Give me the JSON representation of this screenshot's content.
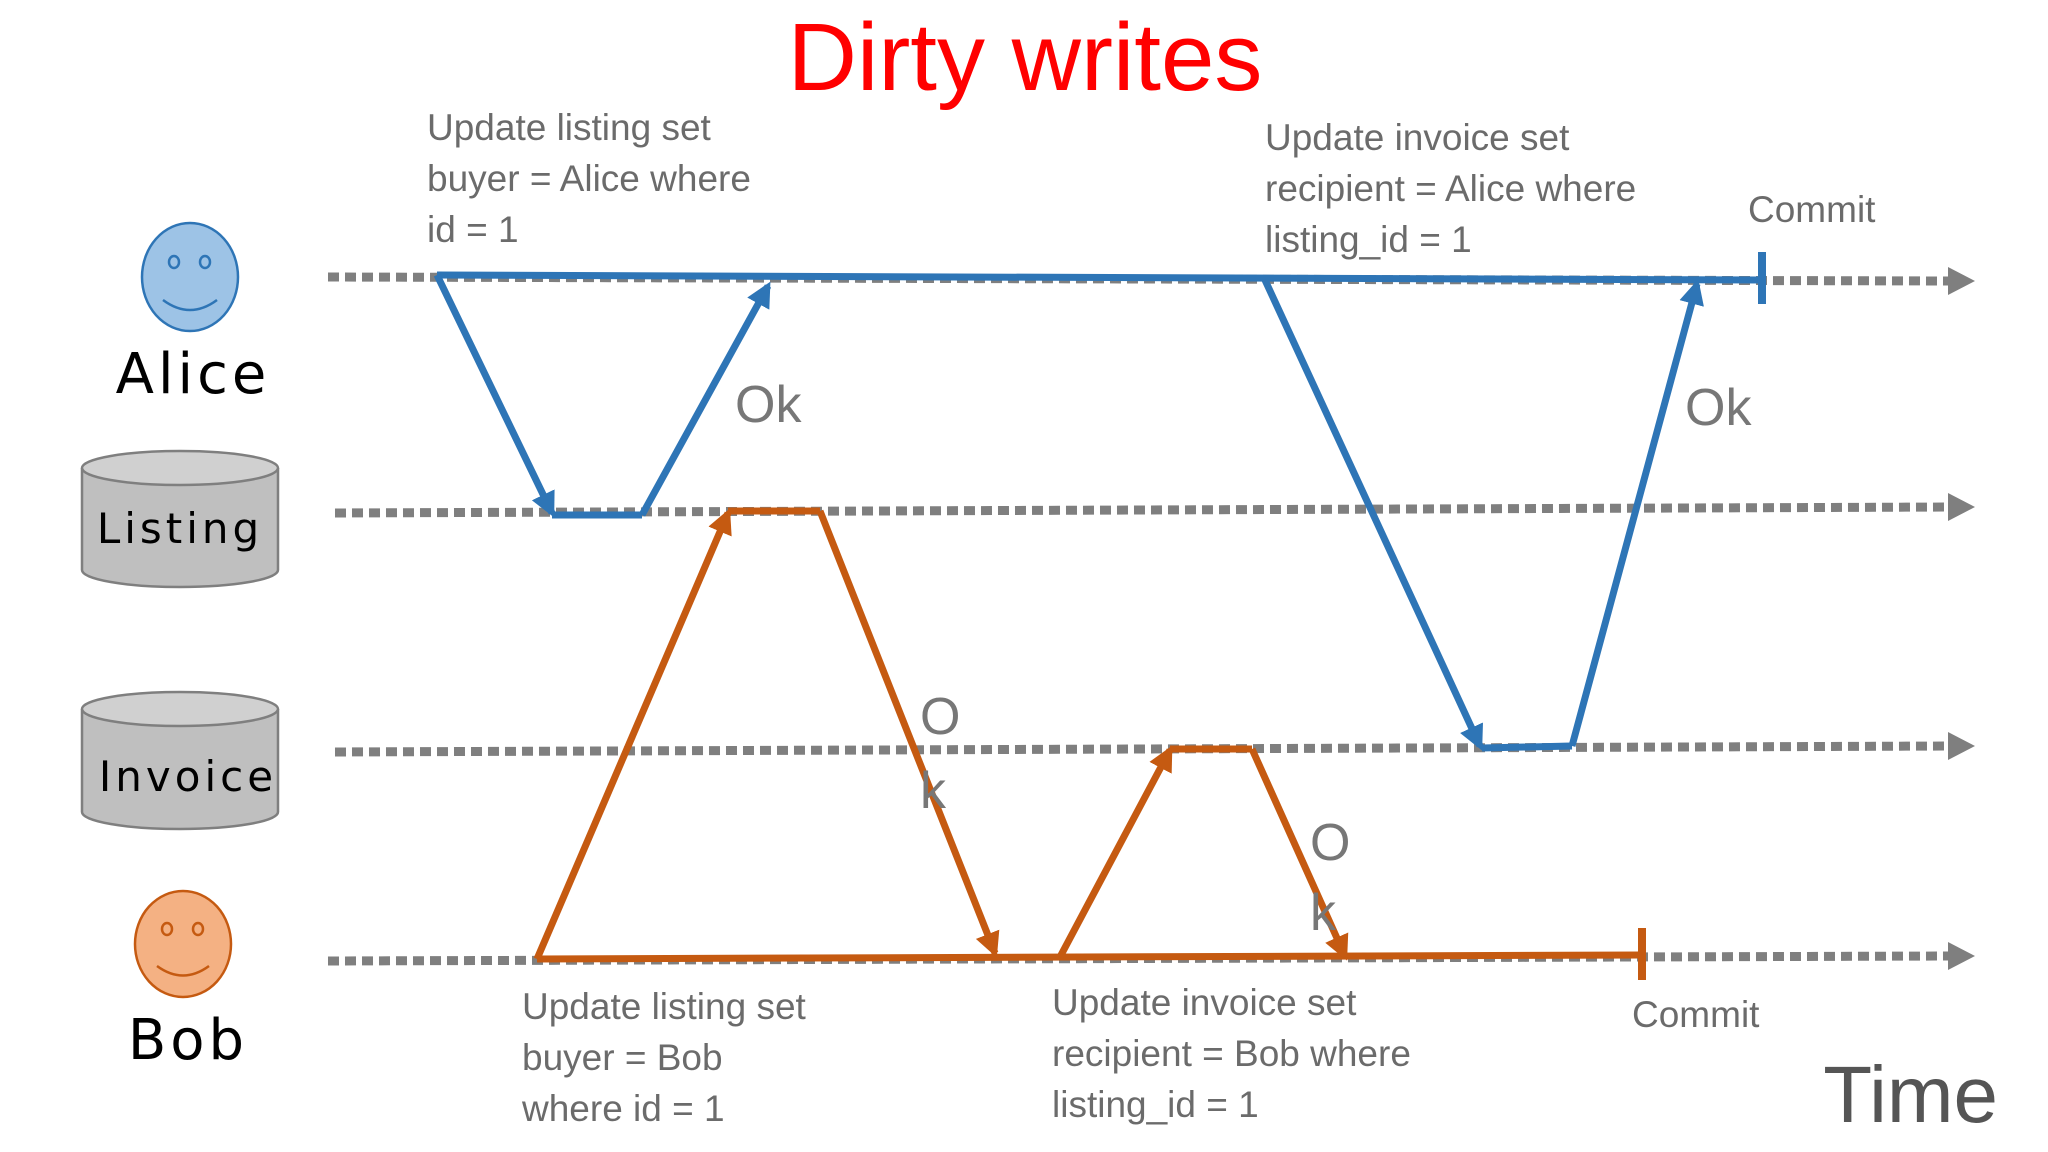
{
  "title": "Dirty writes",
  "participants": {
    "alice": "Alice",
    "listing": "Listing",
    "invoice": "Invoice",
    "bob": "Bob"
  },
  "time_label": "Time",
  "colors": {
    "title": "#ff0000",
    "alice": "#2e75b6",
    "bob": "#c55a11",
    "timeline": "#7f7f7f",
    "alice_face": "#9dc3e6",
    "bob_face": "#f4b183",
    "database": "#bfbfbf"
  },
  "alice_messages": {
    "update_listing": [
      "Update listing set",
      "buyer = Alice where",
      "id = 1"
    ],
    "listing_reply": "Ok",
    "update_invoice": [
      "Update invoice set",
      "recipient = Alice where",
      "listing_id = 1"
    ],
    "invoice_reply": "Ok",
    "commit": "Commit"
  },
  "bob_messages": {
    "update_listing": [
      "Update listing set",
      "buyer = Bob",
      "where id = 1"
    ],
    "listing_reply": [
      "O",
      "k"
    ],
    "update_invoice": [
      "Update invoice set",
      "recipient = Bob where",
      "listing_id = 1"
    ],
    "invoice_reply": [
      "O",
      "k"
    ],
    "commit": "Commit"
  }
}
